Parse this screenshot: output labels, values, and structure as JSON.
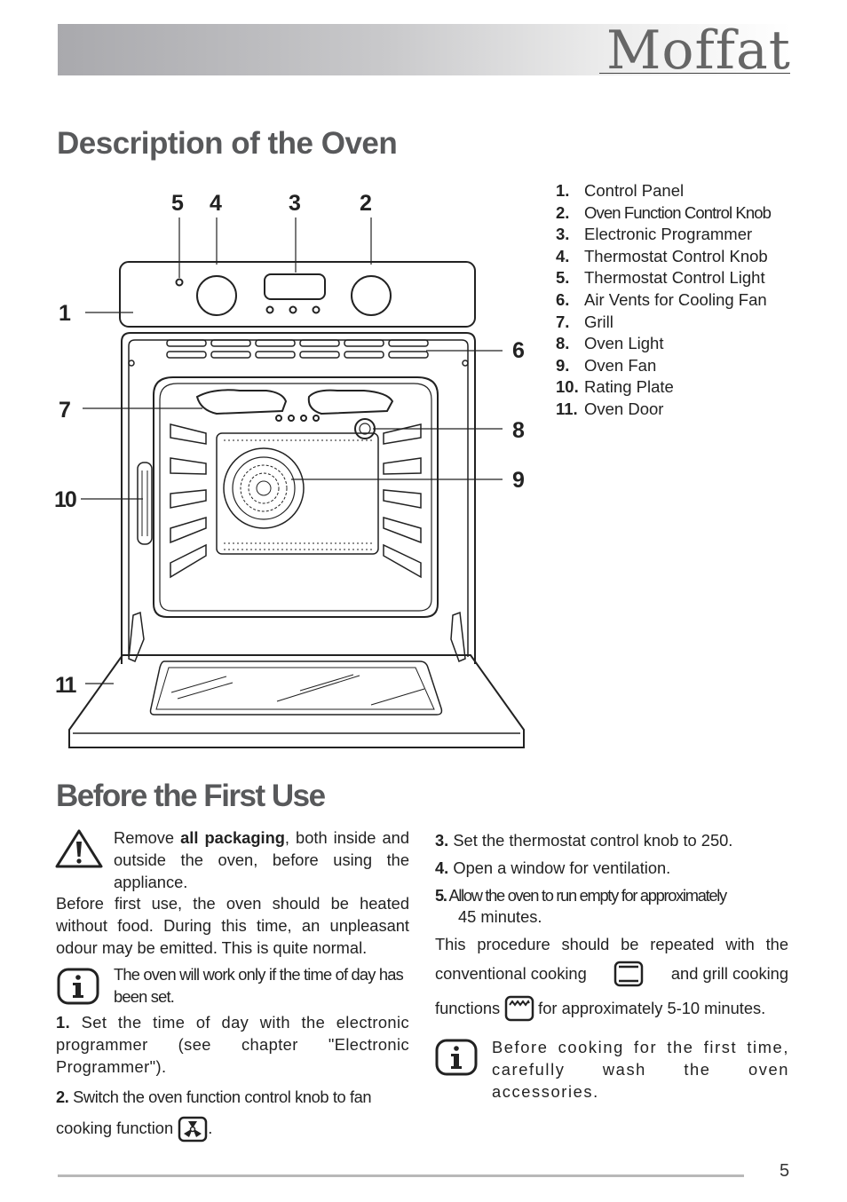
{
  "header": {
    "brand_logo": "Moffat"
  },
  "description": {
    "title": "Description of the Oven",
    "legend": [
      {
        "num": "1.",
        "label": "Control  Panel"
      },
      {
        "num": "2.",
        "label": "Oven Function Control Knob"
      },
      {
        "num": "3.",
        "label": "Electronic  Programmer"
      },
      {
        "num": "4.",
        "label": "Thermostat  Control  Knob"
      },
      {
        "num": "5.",
        "label": "Thermostat  Control  Light"
      },
      {
        "num": "6.",
        "label": "Air Vents for Cooling Fan"
      },
      {
        "num": "7.",
        "label": "Grill"
      },
      {
        "num": "8.",
        "label": "Oven Light"
      },
      {
        "num": "9.",
        "label": "Oven Fan"
      },
      {
        "num": "10.",
        "label": "Rating  Plate"
      },
      {
        "num": "11.",
        "label": "Oven Door"
      }
    ],
    "callouts": {
      "c1": "1",
      "c2": "2",
      "c3": "3",
      "c4": "4",
      "c5": "5",
      "c6": "6",
      "c7": "7",
      "c8": "8",
      "c9": "9",
      "c10": "10",
      "c11": "11"
    }
  },
  "first_use": {
    "title": "Before the First Use",
    "warning_pre": "Remove ",
    "warning_bold": "all packaging",
    "warning_post": ", both inside and outside the oven, before using the appliance.",
    "para1": "Before first use, the oven should be heated without food. During this time, an unpleasant odour may be emitted. This is quite normal.",
    "info1": "The oven will work only if the time of day has been set.",
    "step1_num": "1.",
    "step1_text": " Set the time of day with the electronic programmer (see chapter \"Electronic Programmer\").",
    "step2_num": "2.",
    "step2_text": " Switch the oven function control knob to fan",
    "step2_cont": "cooking  function",
    "step2_end": ".",
    "step3_num": "3.",
    "step3_text": "Set the thermostat control knob to 250.",
    "step4_num": "4.",
    "step4_text": "Open a window for ventilation.",
    "step5_num": "5.",
    "step5_text": "Allow the oven to run empty for approximately",
    "step5_cont": "45  minutes.",
    "repeat_line1": "This procedure should be repeated with the",
    "repeat_conv": "conventional  cooking",
    "repeat_grill": "and  grill  cooking",
    "repeat_func": "functions",
    "repeat_end": "for approximately 5-10 minutes.",
    "info2": "Before cooking for the first time, carefully wash the oven accessories."
  },
  "footer": {
    "page_number": "5"
  }
}
